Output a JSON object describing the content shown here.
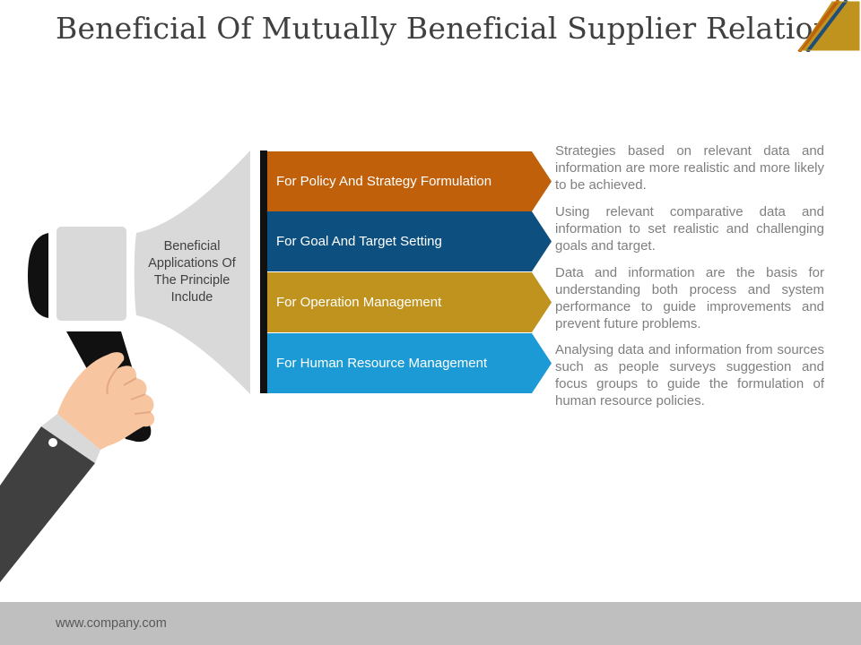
{
  "slide": {
    "title": "Beneficial Of Mutually Beneficial Supplier Relation",
    "megaphone_label": "Beneficial Applications Of The Principle Include",
    "footer": "www.company.com"
  },
  "items": [
    {
      "label": "For Policy And Strategy Formulation",
      "color": "#c0600a",
      "description": "Strategies based on relevant data and information are more realistic and more likely to be achieved."
    },
    {
      "label": "For Goal And Target Setting",
      "color": "#0d5080",
      "description": "Using relevant comparative data and information to set realistic and challenging goals and target."
    },
    {
      "label": "For Operation Management",
      "color": "#c0921e",
      "description": "Data and information are the basis for understanding both process and system performance to guide improvements and prevent future problems."
    },
    {
      "label": "For Human Resource Management",
      "color": "#1b9ad6",
      "description": "Analysing data and information from sources such as people surveys suggestion and focus groups to guide the formulation of human resource policies."
    }
  ],
  "colors": {
    "title": "#404040",
    "description": "#7f7f7f",
    "footer_bg": "#bfbfbf",
    "accent_gold": "#c0921e",
    "accent_orange": "#c0600a",
    "accent_navy": "#1f4e79"
  },
  "icons": [
    "megaphone-icon",
    "hand-icon",
    "corner-logo-icon"
  ]
}
